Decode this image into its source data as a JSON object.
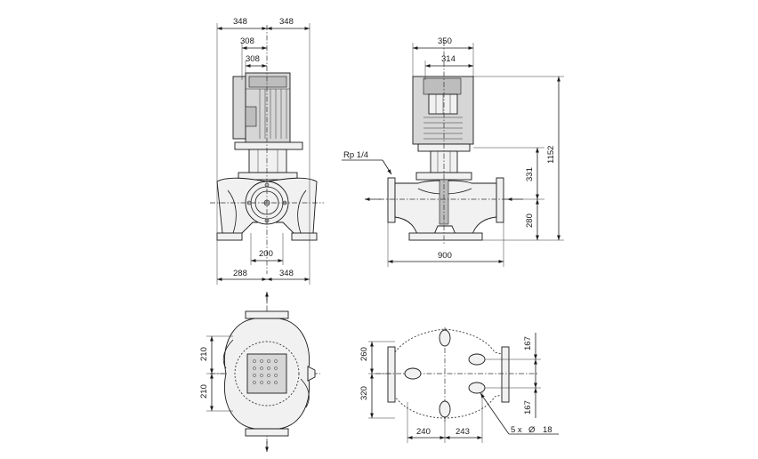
{
  "dimensions": {
    "front_left_width": "348",
    "front_right_width": "348",
    "front_motor_width": "308",
    "front_motor_inner": "308",
    "front_base_left": "288",
    "front_base_right": "348",
    "front_port_width": "200",
    "side_motor_width": "350",
    "side_motor_inner": "314",
    "side_port_label": "Rp 1/4",
    "side_total_height": "1152",
    "side_upper_height": "331",
    "side_lower_height": "280",
    "side_length": "900",
    "top_upper_offset": "210",
    "top_lower_offset": "210",
    "base_upper_height": "260",
    "base_lower_height": "320",
    "base_hole_upper": "167",
    "base_hole_lower": "167",
    "base_left_spacing": "240",
    "base_right_spacing": "243",
    "base_holes": "5 x",
    "base_hole_symbol": "Ø",
    "base_hole_diameter": "18"
  },
  "colors": {
    "line": "#1a1a1a",
    "body_fill": "#f1f1f1",
    "motor_fill": "#d6d6d6",
    "shade_fill": "#bdbdbd"
  }
}
